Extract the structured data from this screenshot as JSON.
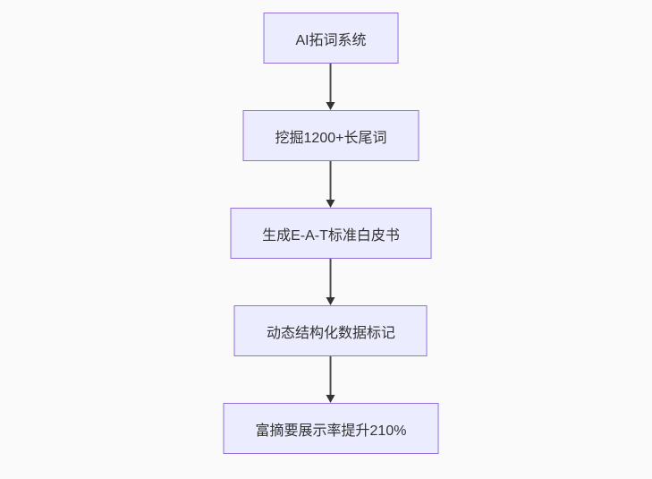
{
  "diagram": {
    "type": "flowchart",
    "direction": "top-down",
    "nodes": [
      {
        "label": "AI拓词系统"
      },
      {
        "label": "挖掘1200+长尾词"
      },
      {
        "label": "生成E-A-T标准白皮书"
      },
      {
        "label": "动态结构化数据标记"
      },
      {
        "label": "富摘要展示率提升210%"
      }
    ],
    "edges": [
      {
        "from": 0,
        "to": 1,
        "style": "arrow-down"
      },
      {
        "from": 1,
        "to": 2,
        "style": "arrow-down"
      },
      {
        "from": 2,
        "to": 3,
        "style": "arrow-down"
      },
      {
        "from": 3,
        "to": 4,
        "style": "arrow-down"
      }
    ],
    "colors": {
      "node_fill": "#ECECFF",
      "node_border": "#9370DB",
      "node_text": "#333333",
      "arrow": "#333333",
      "background": "#FAFAFA"
    }
  }
}
